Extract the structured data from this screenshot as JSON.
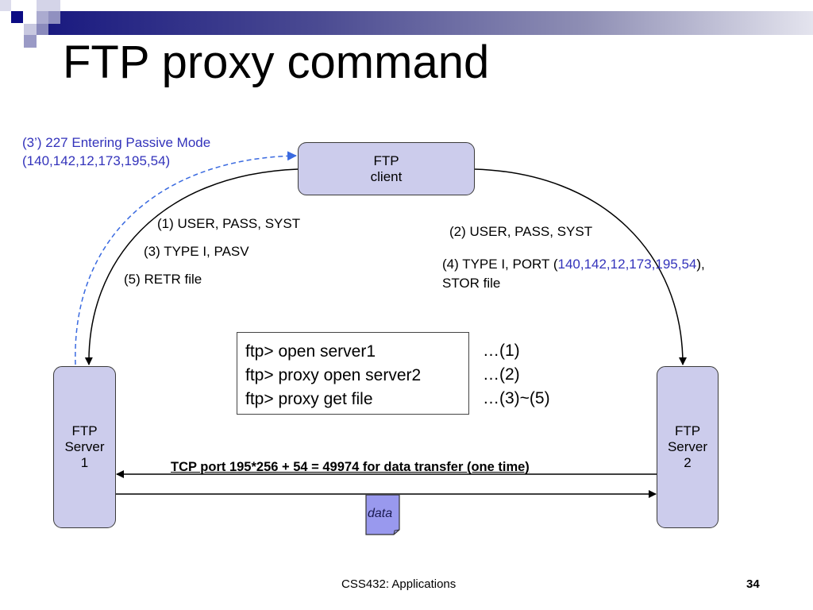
{
  "slide": {
    "title": "FTP proxy command",
    "footer": "CSS432: Applications",
    "page_number": "34"
  },
  "nodes": {
    "client": {
      "line1": "FTP",
      "line2": "client"
    },
    "server1": {
      "line1": "FTP",
      "line2": "Server",
      "line3": "1"
    },
    "server2": {
      "line1": "FTP",
      "line2": "Server",
      "line3": "2"
    }
  },
  "labels": {
    "passive_reply_line1": "(3’) 227 Entering Passive Mode",
    "passive_reply_line2": "(140,142,12,173,195,54)",
    "cmd1": "(1) USER, PASS, SYST",
    "cmd3": "(3) TYPE I, PASV",
    "cmd5": "(5) RETR file",
    "cmd2": "(2) USER, PASS, SYST",
    "cmd4_prefix": "(4) TYPE I, PORT (",
    "cmd4_address": "140,142,12,173,195,54",
    "cmd4_suffix": "),",
    "cmd4_line2": "STOR file",
    "tcp_note": "TCP port 195*256 + 54 = 49974 for data transfer (one time)",
    "data_doc": "data"
  },
  "command_box": {
    "lines": [
      "ftp> open server1",
      "ftp> proxy open server2",
      "ftp> proxy get file"
    ],
    "refs": [
      "…(1)",
      "…(2)",
      "…(3)~(5)"
    ]
  },
  "colors": {
    "node_fill": "#ccccec",
    "accent_blue": "#3333bb",
    "dashed_arrow": "#3a6ae0",
    "data_doc_fill": "#9999ee"
  }
}
